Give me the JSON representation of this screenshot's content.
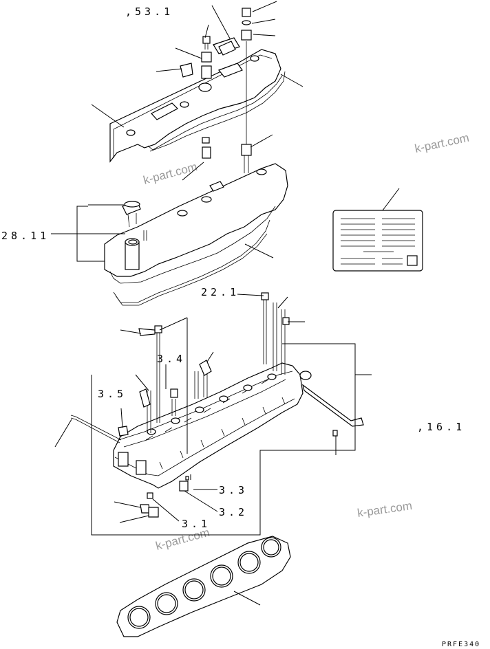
{
  "labels": {
    "ref_53_1": ",53.1",
    "ref_28_11": "28.11",
    "ref_22_1": "22.1",
    "ref_3_4": "3.4",
    "ref_3_5": "3.5",
    "ref_16_1": ",16.1",
    "ref_3_3": "3.3",
    "ref_3_2": "3.2",
    "ref_3_1": "3.1"
  },
  "watermarks": [
    "k-part.com",
    "k-part.com",
    "k-part.com",
    "k-part.com"
  ],
  "drawing_code": "PRFE340",
  "colors": {
    "line": "#000000",
    "watermark": "#9a9a9a",
    "background": "#ffffff"
  }
}
